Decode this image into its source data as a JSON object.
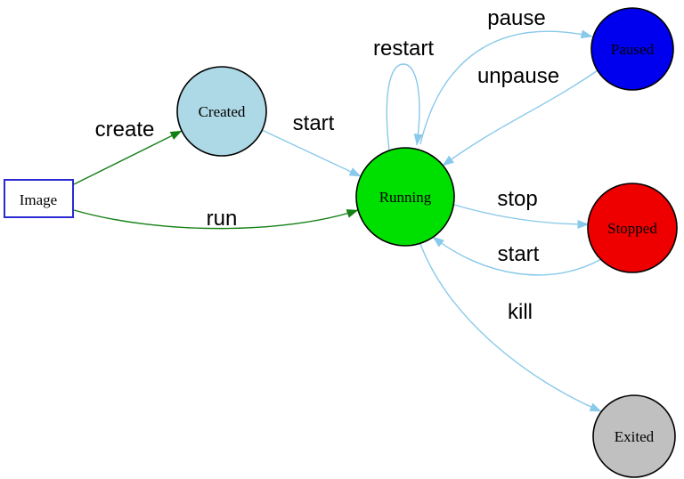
{
  "diagram": {
    "background": "#ffffff",
    "nodes": {
      "image": {
        "label": "Image",
        "shape": "box",
        "fill": "#ffffff",
        "border": "#2a2ad2"
      },
      "created": {
        "label": "Created",
        "shape": "circle",
        "fill": "#add8e6",
        "border": "#000000"
      },
      "running": {
        "label": "Running",
        "shape": "circle",
        "fill": "#00e000",
        "border": "#000000"
      },
      "paused": {
        "label": "Paused",
        "shape": "circle",
        "fill": "#0000ee",
        "border": "#000000"
      },
      "stopped": {
        "label": "Stopped",
        "shape": "circle",
        "fill": "#ee0000",
        "border": "#000000"
      },
      "exited": {
        "label": "Exited",
        "shape": "circle",
        "fill": "#c0c0c0",
        "border": "#000000"
      }
    },
    "edges": {
      "create": {
        "label": "create",
        "from": "image",
        "to": "created",
        "color": "#148014"
      },
      "run": {
        "label": "run",
        "from": "image",
        "to": "running",
        "color": "#148014"
      },
      "start_from_created": {
        "label": "start",
        "from": "created",
        "to": "running",
        "color": "#89c9ea"
      },
      "restart": {
        "label": "restart",
        "from": "running",
        "to": "running",
        "color": "#89c9ea"
      },
      "pause": {
        "label": "pause",
        "from": "running",
        "to": "paused",
        "color": "#89c9ea"
      },
      "unpause": {
        "label": "unpause",
        "from": "paused",
        "to": "running",
        "color": "#89c9ea"
      },
      "stop": {
        "label": "stop",
        "from": "running",
        "to": "stopped",
        "color": "#89c9ea"
      },
      "start_from_stopped": {
        "label": "start",
        "from": "stopped",
        "to": "running",
        "color": "#89c9ea"
      },
      "kill": {
        "label": "kill",
        "from": "running",
        "to": "exited",
        "color": "#89c9ea"
      }
    }
  }
}
